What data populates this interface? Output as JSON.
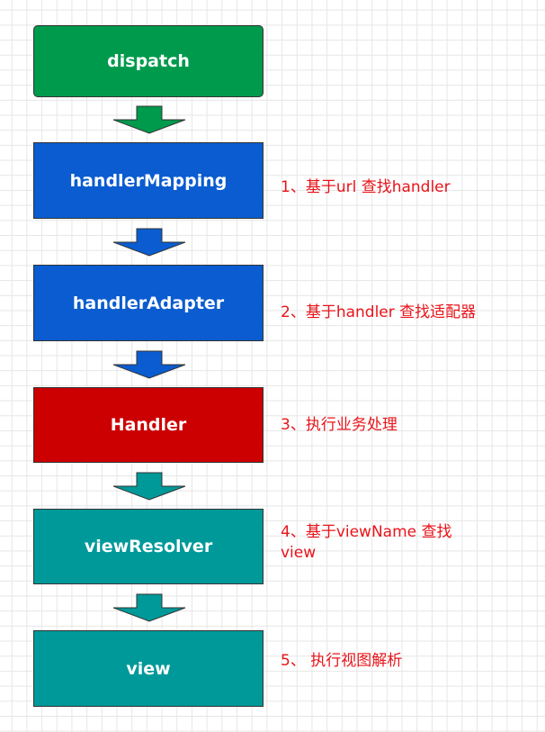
{
  "steps": [
    {
      "label": "dispatch",
      "color": "#009a4c"
    },
    {
      "label": "handlerMapping",
      "color": "#0a5cd0"
    },
    {
      "label": "handlerAdapter",
      "color": "#0a5cd0"
    },
    {
      "label": "Handler",
      "color": "#cc0000"
    },
    {
      "label": "viewResolver",
      "color": "#009999"
    },
    {
      "label": "view",
      "color": "#009999"
    }
  ],
  "arrows": [
    "#009a4c",
    "#0a5cd0",
    "#0a5cd0",
    "#009999",
    "#009999"
  ],
  "notes": [
    "1、基于url 查找handler",
    "2、基于handler 查找适配器",
    "3、执行业务处理",
    "4、基于viewName 查找view",
    "5、 执行视图解析"
  ],
  "note_color": "#e8141a"
}
